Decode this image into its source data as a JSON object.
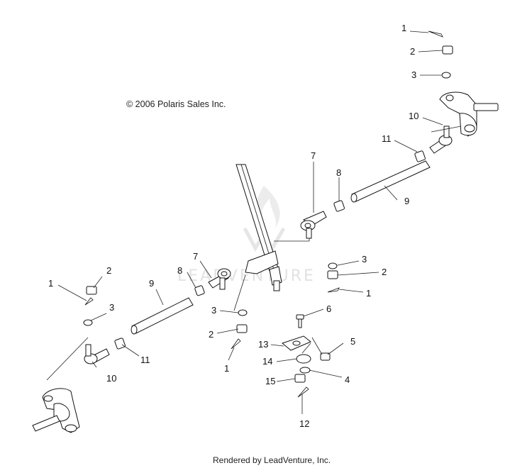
{
  "copyright": "© 2006 Polaris Sales Inc.",
  "footer": "Rendered by LeadVenture, Inc.",
  "watermark": "LEADVENTURE",
  "callouts": {
    "c1a": "1",
    "c2a": "2",
    "c3a": "3",
    "c10a": "10",
    "c11a": "11",
    "c7a": "7",
    "c8a": "8",
    "c9a": "9",
    "c3b": "3",
    "c2b": "2",
    "c1b": "1",
    "c7b": "7",
    "c8b": "8",
    "c1c": "1",
    "c2c": "2",
    "c3c": "3",
    "c9b": "9",
    "c3d": "3",
    "c2d": "2",
    "c1d": "1",
    "c6": "6",
    "c13": "13",
    "c5": "5",
    "c14": "14",
    "c4": "4",
    "c15": "15",
    "c10b": "10",
    "c11b": "11",
    "c12": "12"
  }
}
